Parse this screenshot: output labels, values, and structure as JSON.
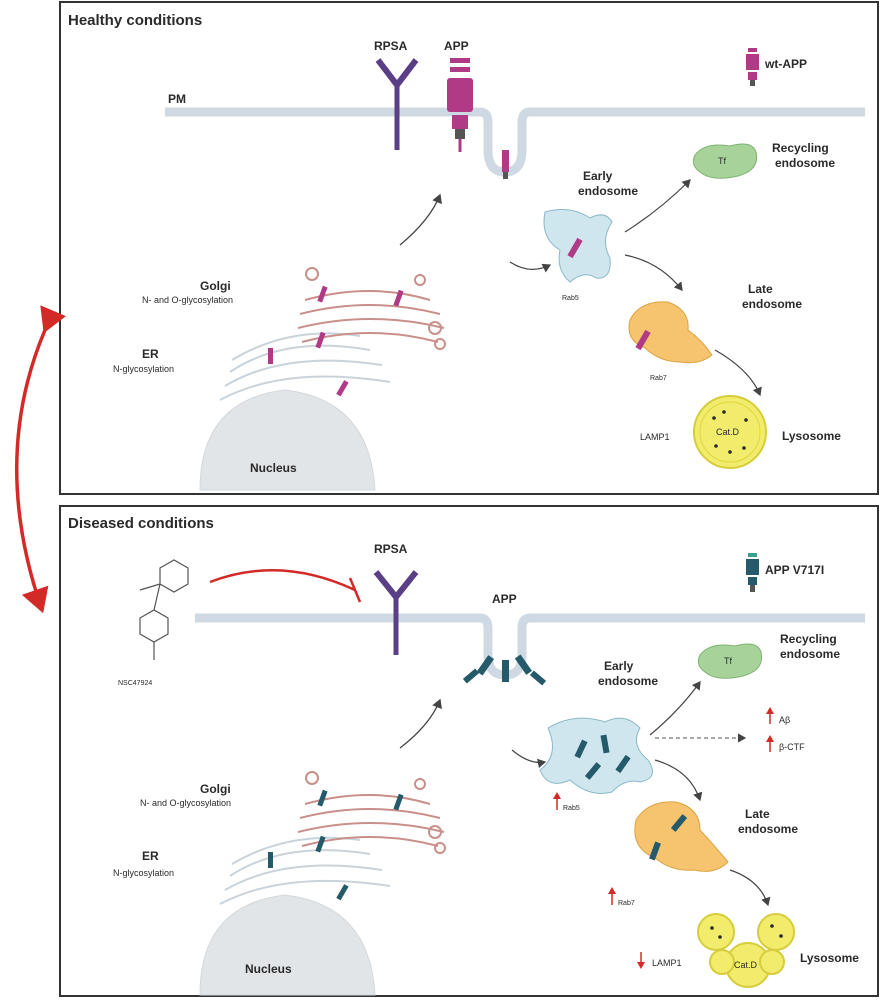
{
  "healthy": {
    "title": "Healthy conditions",
    "pm": "PM",
    "rpsa": "RPSA",
    "app": "APP",
    "legend": "wt-APP",
    "golgi": "Golgi",
    "golgi_sub": "N- and O-glycosylation",
    "er": "ER",
    "er_sub": "N-glycosylation",
    "nucleus": "Nucleus",
    "early1": "Early",
    "early2": "endosome",
    "recycling1": "Recycling",
    "recycling2": "endosome",
    "tf": "Tf",
    "rab5": "Rab5",
    "late1": "Late",
    "late2": "endosome",
    "rab7": "Rab7",
    "lamp1": "LAMP1",
    "catd": "Cat.D",
    "lysosome": "Lysosome"
  },
  "diseased": {
    "title": "Diseased conditions",
    "rpsa": "RPSA",
    "app": "APP",
    "legend": "APP V717I",
    "compound": "NSC47924",
    "golgi": "Golgi",
    "golgi_sub": "N- and O-glycosylation",
    "er": "ER",
    "er_sub": "N-glycosylation",
    "nucleus": "Nucleus",
    "early1": "Early",
    "early2": "endosome",
    "recycling1": "Recycling",
    "recycling2": "endosome",
    "tf": "Tf",
    "ab": "Aβ",
    "bctf": "β-CTF",
    "rab5": "Rab5",
    "late1": "Late",
    "late2": "endosome",
    "rab7": "Rab7",
    "lamp1": "LAMP1",
    "catd": "Cat.D",
    "lysosome": "Lysosome"
  },
  "colors": {
    "membrane": "#cfd9e3",
    "rpsa": "#5b3f86",
    "wt_app": "#b03a86",
    "mut_app": "#245a69",
    "early": "#cfe6ee",
    "recycling": "#a7d39b",
    "late": "#f6c46e",
    "lysosome": "#f1ec6c",
    "golgi": "#c98f8a",
    "red_arrow": "#d22a26"
  }
}
